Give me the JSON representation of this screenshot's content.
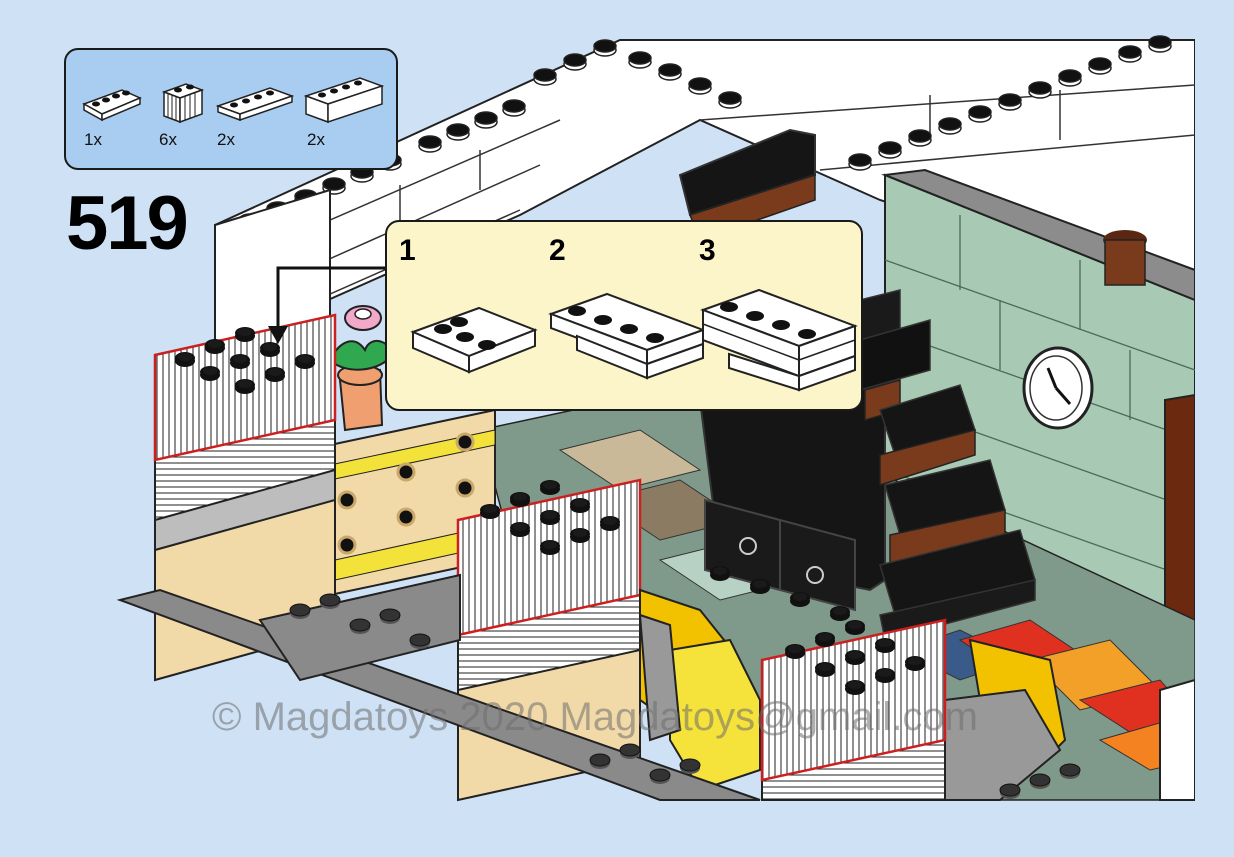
{
  "step": {
    "number": "519"
  },
  "parts": [
    {
      "count": "1x",
      "icon": "plate-1x4-icon"
    },
    {
      "count": "6x",
      "icon": "brick-1x2-grille-icon"
    },
    {
      "count": "2x",
      "icon": "plate-1x4-icon"
    },
    {
      "count": "2x",
      "icon": "brick-1x4-icon"
    }
  ],
  "callout": {
    "sub_steps": [
      {
        "label": "1"
      },
      {
        "label": "2"
      },
      {
        "label": "3"
      }
    ]
  },
  "watermark": "© Magdatoys 2020 Magdatoys@gmail.com",
  "colors": {
    "background": "#cfe2f5",
    "parts_box": "#a9cdf0",
    "callout_box": "#fbf5c9",
    "highlight_outline": "#cc1f1f",
    "wall_green": "#a8c9b4",
    "tan": "#f2d9a8",
    "brown": "#7a3b1c",
    "black_stairs": "#151515"
  }
}
